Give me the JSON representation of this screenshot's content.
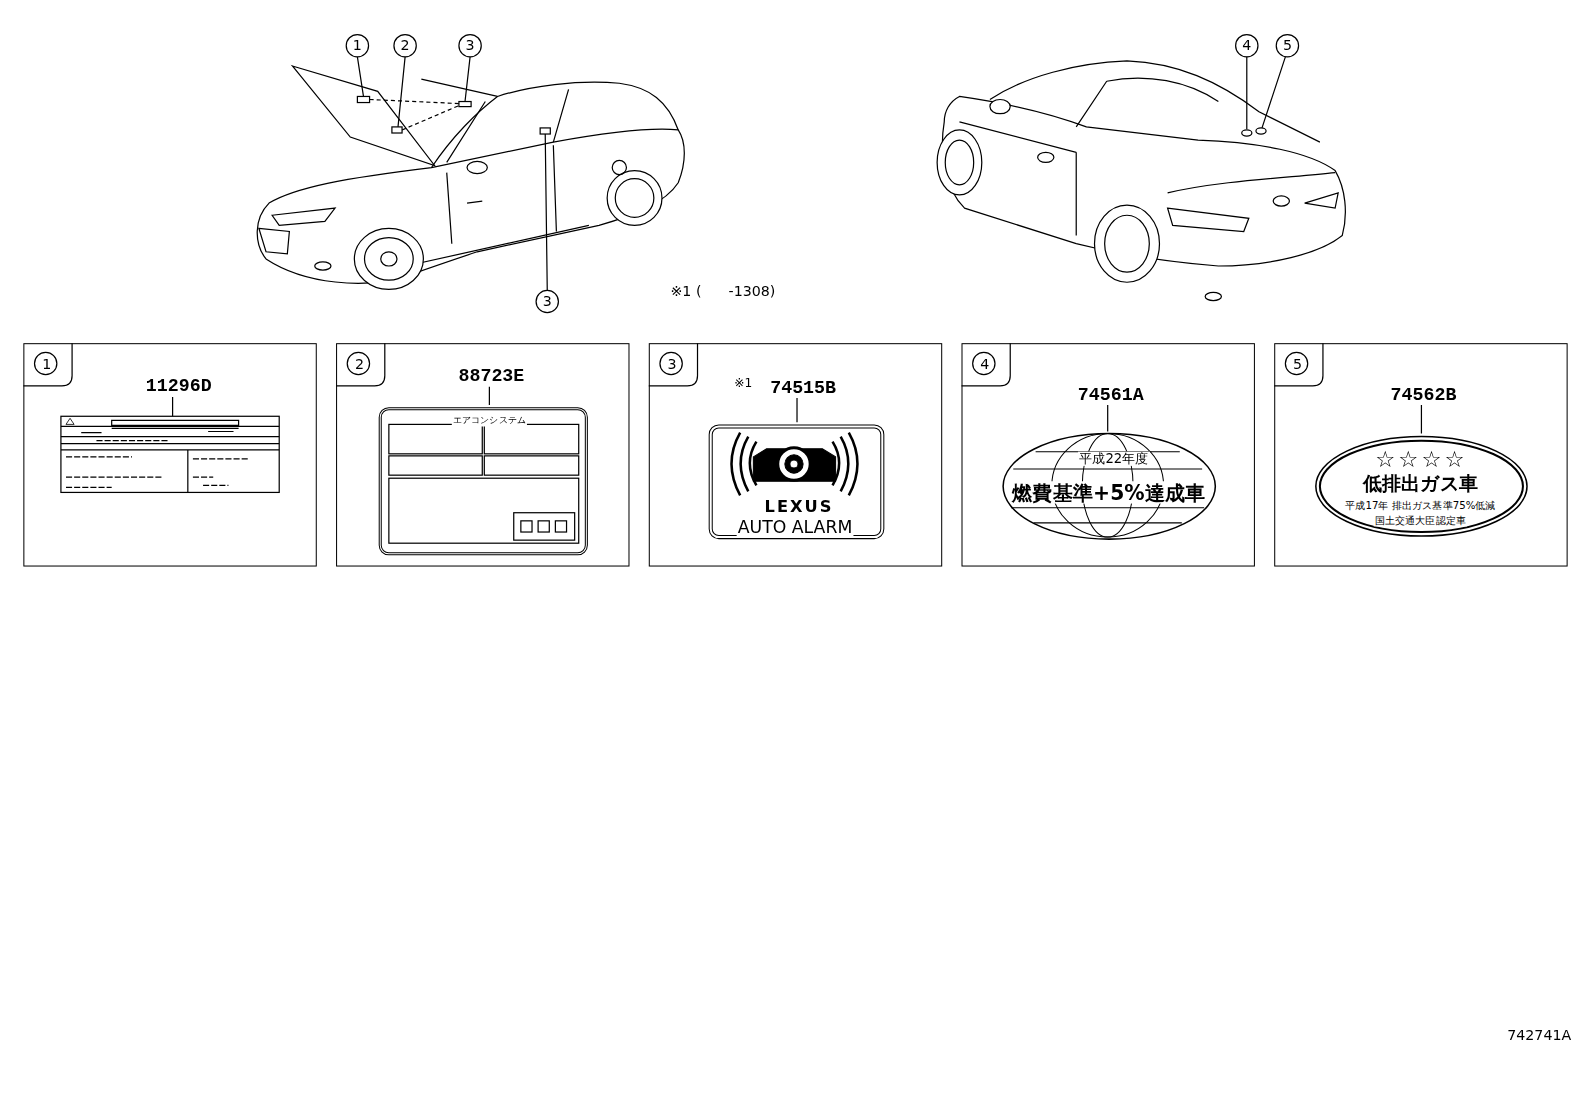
{
  "diagram": {
    "nodes": [
      {
        "text": [
          "1",
          "11296D"
        ]
      },
      {
        "text": [
          "2",
          "88723E"
        ]
      },
      {
        "text": [
          "エアコンシステム"
        ],
        "in": 1
      },
      {
        "text": [
          "3",
          "※1",
          "74515B"
        ]
      },
      {
        "text": [
          "LEXUS",
          "AUTO ALARM"
        ],
        "in": 3
      },
      {
        "text": [
          "4",
          "74561A"
        ]
      },
      {
        "text": [
          "平成22年度",
          "燃費基準+5%達成車"
        ],
        "in": 5
      },
      {
        "text": [
          "5",
          "74562B"
        ]
      },
      {
        "text": [
          "☆☆☆☆",
          "低排出ガス車",
          "平成17年 排出ガス基準75%低減",
          "国土交通大臣認定車"
        ],
        "in": 7
      }
    ],
    "labels": [
      "1",
      "2",
      "3",
      "4",
      "5",
      "3",
      "※1 (      -1308)",
      "742741A"
    ]
  }
}
